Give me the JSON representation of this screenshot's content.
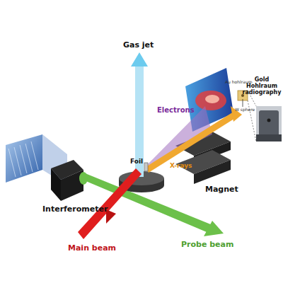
{
  "diagram": {
    "nodes": [
      {
        "text": [
          "Gold Hohlraum radiography"
        ]
      }
    ],
    "labels": [
      "Interferometer",
      "Gas jet",
      "Electrons",
      "Foil",
      "X-rays",
      "Magnet",
      "Au hohlraum",
      "W sphere",
      "Main beam",
      "Probe beam"
    ]
  }
}
